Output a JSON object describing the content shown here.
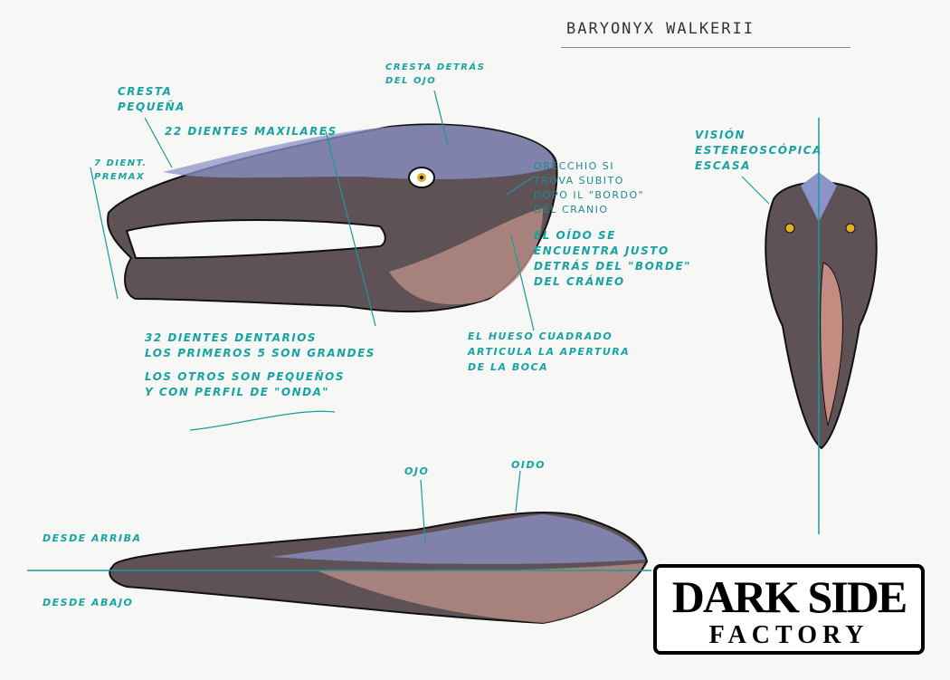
{
  "title": "BARYONYX WALKERII",
  "colors": {
    "label": "#17a3a3",
    "skin": "#5e5256",
    "crest": "#8c93c8",
    "belly": "#b98e86",
    "line": "#1a9a9a"
  },
  "side_view_labels": {
    "cresta_pequena": "CRESTA\nPEQUEÑA",
    "dientes_maxilares": "22 DIENTES MAXILARES",
    "dient_premax": "7 DIENT.\nPREMAX",
    "cresta_ojo": "CRESTA DETRÁS\nDEL OJO",
    "orecchio": "ORECCHIO SI\nTROVA SUBITO\nDOPO IL \"BORDO\"\nDEL CRANIO",
    "oido": "EL OÍDO SE\nENCUENTRA JUSTO\nDETRÁS DEL \"BORDE\"\nDEL CRÁNEO",
    "dientes_dentarios": "32 DIENTES DENTARIOS\nLOS PRIMEROS 5 SON GRANDES",
    "otros_pequenos": "LOS OTROS SON PEQUEÑOS\nY CON PERFIL DE \"ONDA\"",
    "hueso_cuadrado": "EL HUESO CUADRADO\nARTICULA LA APERTURA\nDE LA BOCA"
  },
  "front_view_labels": {
    "vision": "VISIÓN\nESTEREOSCÓPICA\nESCASA"
  },
  "top_view_labels": {
    "ojo": "OJO",
    "oido": "OIDO",
    "desde_arriba": "DESDE ARRIBA",
    "desde_abajo": "DESDE ABAJO"
  },
  "logo": {
    "line1": "DARK SIDE",
    "line2": "FACTORY"
  }
}
